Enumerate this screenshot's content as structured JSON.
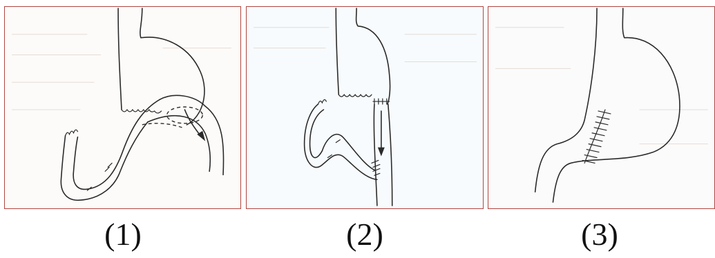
{
  "panels": [
    {
      "caption": "(1)"
    },
    {
      "caption": "(2)"
    },
    {
      "caption": "(3)"
    }
  ],
  "colors": {
    "frame": "#b0453f",
    "ink": "#2a2a2a"
  }
}
